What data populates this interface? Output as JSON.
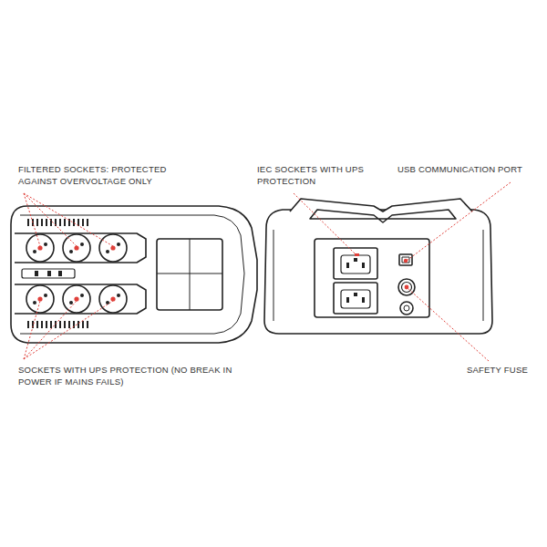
{
  "diagram": {
    "labels": [
      "FILTERED SOCKETS: PROTECTED AGAINST OVERVOLTAGE ONLY",
      "SOCKETS WITH UPS PROTECTION (NO BREAK IN POWER IF MAINS FAILS)",
      "IEC SOCKETS WITH UPS PROTECTION",
      "USB COMMUNICATION PORT",
      "SAFETY FUSE"
    ]
  }
}
